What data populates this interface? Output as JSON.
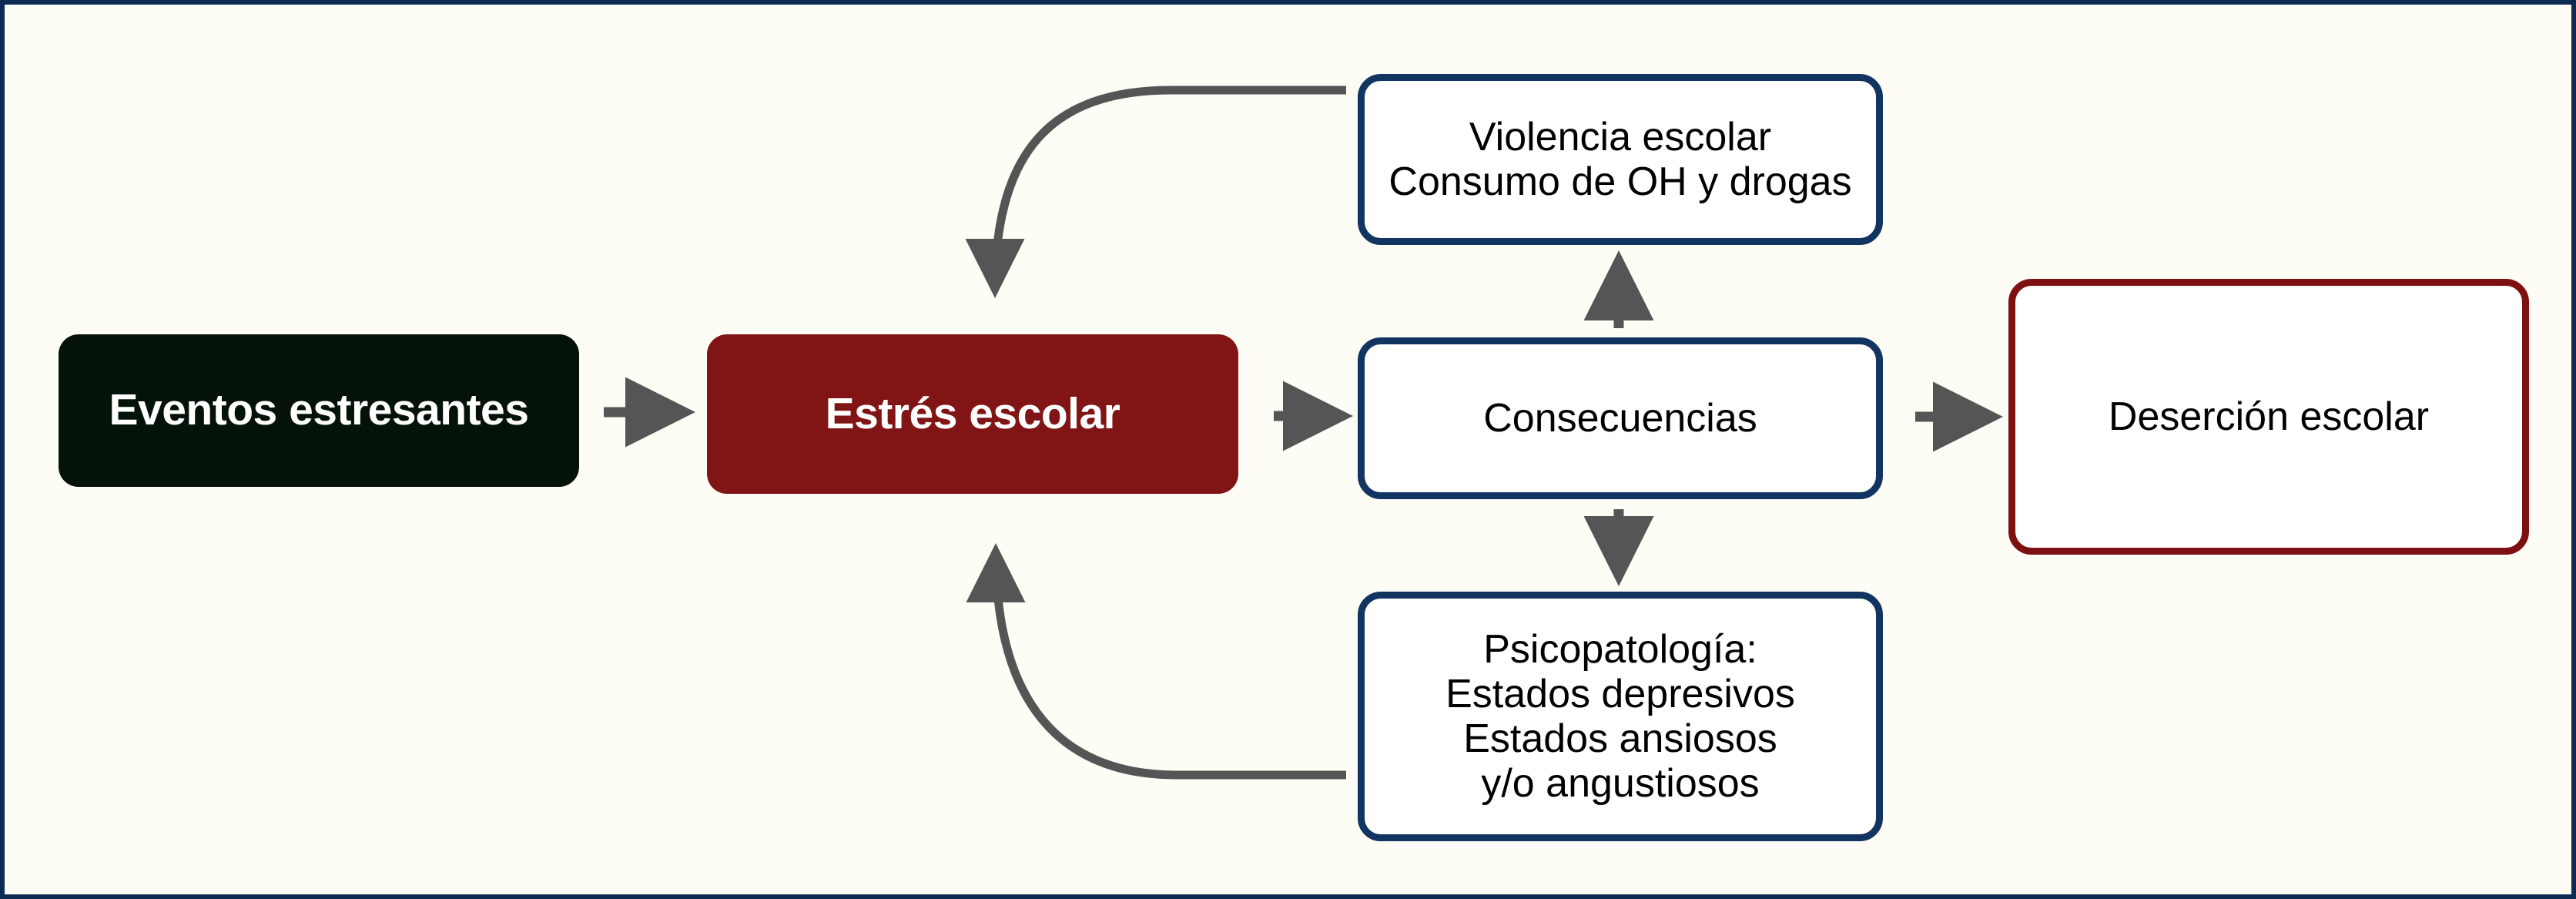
{
  "figure": {
    "type": "flow-diagram",
    "frame_color": "#0d2b52",
    "background_color": "#fdfdf6",
    "arrow_color": "#555555"
  },
  "nodes": {
    "eventos": {
      "label": "Eventos estresantes",
      "fill": "#041208",
      "text_color": "#ffffff"
    },
    "estres": {
      "label": "Estrés escolar",
      "fill": "#811414",
      "text_color": "#ffffff"
    },
    "violencia": {
      "label": "Violencia escolar\nConsumo de OH y drogas",
      "border": "#123461",
      "text_color": "#000000"
    },
    "consecuencias": {
      "label": "Consecuencias",
      "border": "#123461",
      "text_color": "#000000"
    },
    "psicopatologia": {
      "label": "Psicopatología:\nEstados depresivos\nEstados ansiosos\ny/o angustiosos",
      "border": "#123461",
      "text_color": "#000000"
    },
    "desercion": {
      "label": "Deserción escolar",
      "border": "#7d1010",
      "text_color": "#000000"
    }
  },
  "edges": [
    {
      "name": "eventos-to-estres",
      "from": "eventos",
      "to": "estres",
      "style": "straight-right"
    },
    {
      "name": "estres-to-consecuencias",
      "from": "estres",
      "to": "consecuencias",
      "style": "straight-right"
    },
    {
      "name": "consecuencias-to-desercion",
      "from": "consecuencias",
      "to": "desercion",
      "style": "straight-right"
    },
    {
      "name": "consecuencias-to-violencia",
      "from": "consecuencias",
      "to": "violencia",
      "style": "straight-up"
    },
    {
      "name": "consecuencias-to-psicopatologia",
      "from": "consecuencias",
      "to": "psicopatologia",
      "style": "straight-down"
    },
    {
      "name": "violencia-to-estres",
      "from": "violencia",
      "to": "estres",
      "style": "curved-feedback-top"
    },
    {
      "name": "psicopatologia-to-estres",
      "from": "psicopatologia",
      "to": "estres",
      "style": "curved-feedback-bottom"
    }
  ]
}
